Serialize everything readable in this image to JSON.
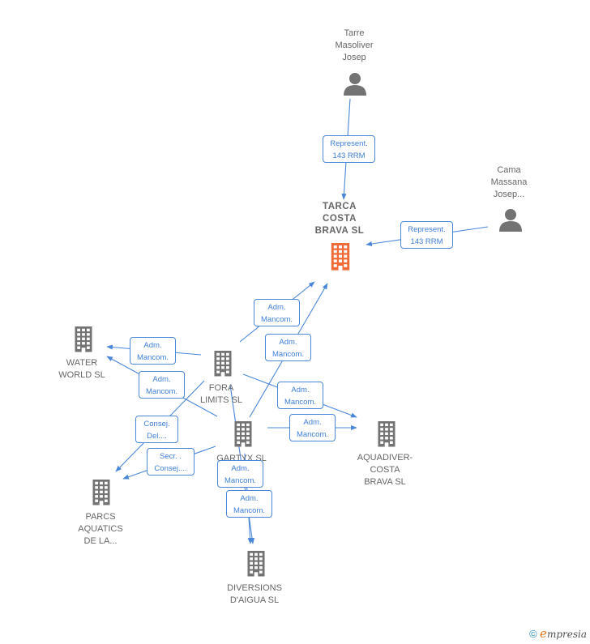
{
  "nodes": {
    "tarre": {
      "lines": [
        "Tarre",
        "Masoliver",
        "Josep"
      ],
      "type": "person"
    },
    "cama": {
      "lines": [
        "Cama",
        "Massana",
        "Josep..."
      ],
      "type": "person"
    },
    "tarca": {
      "lines": [
        "TARCA",
        "COSTA",
        "BRAVA SL"
      ],
      "type": "company",
      "focus": true
    },
    "water": {
      "lines": [
        "WATER",
        "WORLD SL"
      ],
      "type": "company"
    },
    "fora": {
      "lines": [
        "FORA",
        "LIMITS SL"
      ],
      "type": "company"
    },
    "gartyx": {
      "lines": [
        "GARTYX SL"
      ],
      "type": "company"
    },
    "aquadiver": {
      "lines": [
        "AQUADIVER-",
        "COSTA",
        "BRAVA SL"
      ],
      "type": "company"
    },
    "parcs": {
      "lines": [
        "PARCS",
        "AQUATICS",
        "DE LA..."
      ],
      "type": "company"
    },
    "diversions": {
      "lines": [
        "DIVERSIONS",
        "D'AIGUA SL"
      ],
      "type": "company"
    }
  },
  "edge_labels": [
    {
      "id": "e1",
      "lines": [
        "Represent.",
        "143 RRM"
      ]
    },
    {
      "id": "e2",
      "lines": [
        "Represent.",
        "143 RRM"
      ]
    },
    {
      "id": "e3",
      "lines": [
        "Adm.",
        "Mancom."
      ]
    },
    {
      "id": "e4",
      "lines": [
        "Adm.",
        "Mancom."
      ]
    },
    {
      "id": "e5",
      "lines": [
        "Adm.",
        "Mancom."
      ]
    },
    {
      "id": "e6",
      "lines": [
        "Adm.",
        "Mancom."
      ]
    },
    {
      "id": "e7",
      "lines": [
        "Adm.",
        "Mancom."
      ]
    },
    {
      "id": "e8",
      "lines": [
        "Adm.",
        "Mancom."
      ]
    },
    {
      "id": "e9",
      "lines": [
        "Consej.",
        "Del...."
      ]
    },
    {
      "id": "e10",
      "lines": [
        "Secr. .",
        "Consej...."
      ]
    },
    {
      "id": "e11",
      "lines": [
        "Adm.",
        "Mancom."
      ]
    },
    {
      "id": "e12",
      "lines": [
        "Adm.",
        "Mancom."
      ]
    }
  ],
  "colors": {
    "edge": "#4a87d8",
    "icon": "#737373",
    "focus_icon": "#f06a35"
  },
  "footer": {
    "copyright": "©",
    "brand_first": "e",
    "brand_rest": "mpresia"
  }
}
